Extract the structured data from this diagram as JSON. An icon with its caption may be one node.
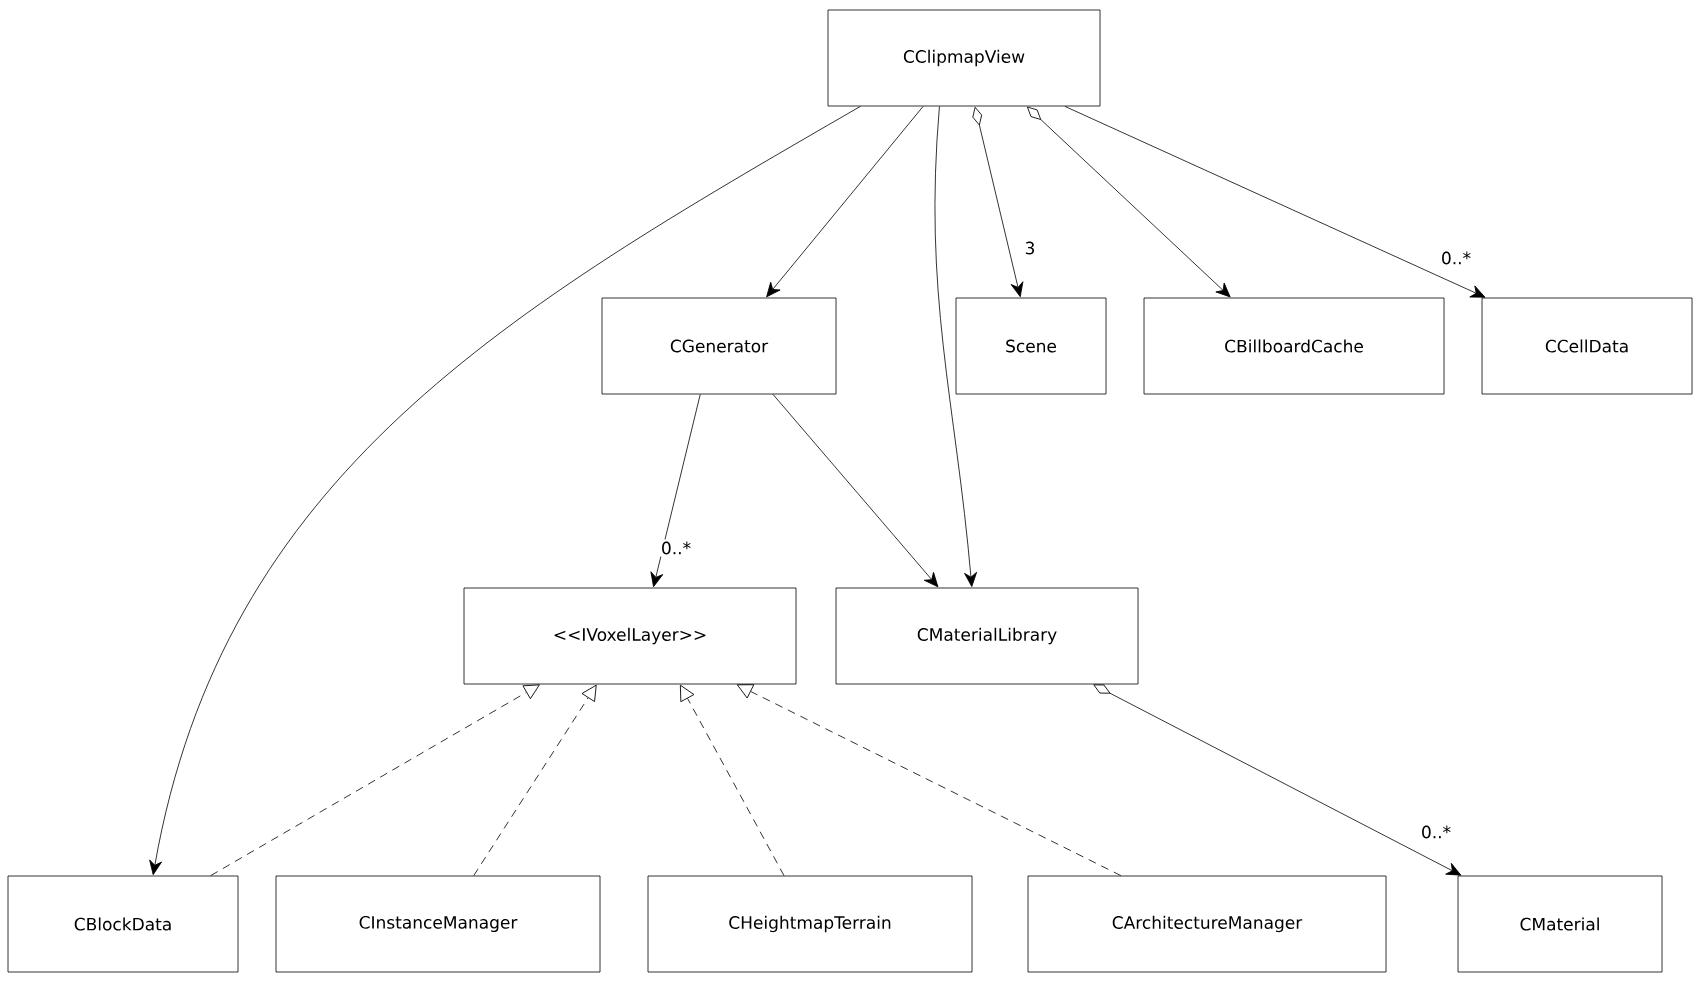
{
  "diagram": {
    "nodes": [
      {
        "text": [
          "CClipmapView"
        ]
      },
      {
        "text": [
          "CGenerator"
        ]
      },
      {
        "text": [
          "Scene"
        ]
      },
      {
        "text": [
          "CBillboardCache"
        ]
      },
      {
        "text": [
          "CCellData"
        ]
      },
      {
        "text": [
          "<<IVoxelLayer>>"
        ]
      },
      {
        "text": [
          "CMaterialLibrary"
        ]
      },
      {
        "text": [
          "CBlockData"
        ]
      },
      {
        "text": [
          "CInstanceManager"
        ]
      },
      {
        "text": [
          "CHeightmapTerrain"
        ]
      },
      {
        "text": [
          "CArchitectureManager"
        ]
      },
      {
        "text": [
          "CMaterial"
        ]
      }
    ],
    "edges": [
      {
        "from": 0,
        "to": 7,
        "arrow": "to"
      },
      {
        "from": 0,
        "to": 1,
        "arrow": "to"
      },
      {
        "from": 0,
        "to": 6,
        "arrow": "to"
      },
      {
        "from": 0,
        "to": 2,
        "arrow": "to",
        "label": "3"
      },
      {
        "from": 0,
        "to": 3,
        "arrow": "to"
      },
      {
        "from": 0,
        "to": 4,
        "arrow": "to",
        "label": "0..*"
      },
      {
        "from": 1,
        "to": 5,
        "arrow": "to",
        "label": "0..*"
      },
      {
        "from": 1,
        "to": 6,
        "arrow": "to"
      },
      {
        "from": 6,
        "to": 11,
        "arrow": "to",
        "label": "0..*"
      },
      {
        "from": 7,
        "to": 5,
        "arrow": "to",
        "style": "dashed"
      },
      {
        "from": 8,
        "to": 5,
        "arrow": "to",
        "style": "dashed"
      },
      {
        "from": 9,
        "to": 5,
        "arrow": "to",
        "style": "dashed"
      },
      {
        "from": 10,
        "to": 5,
        "arrow": "to",
        "style": "dashed"
      }
    ]
  }
}
